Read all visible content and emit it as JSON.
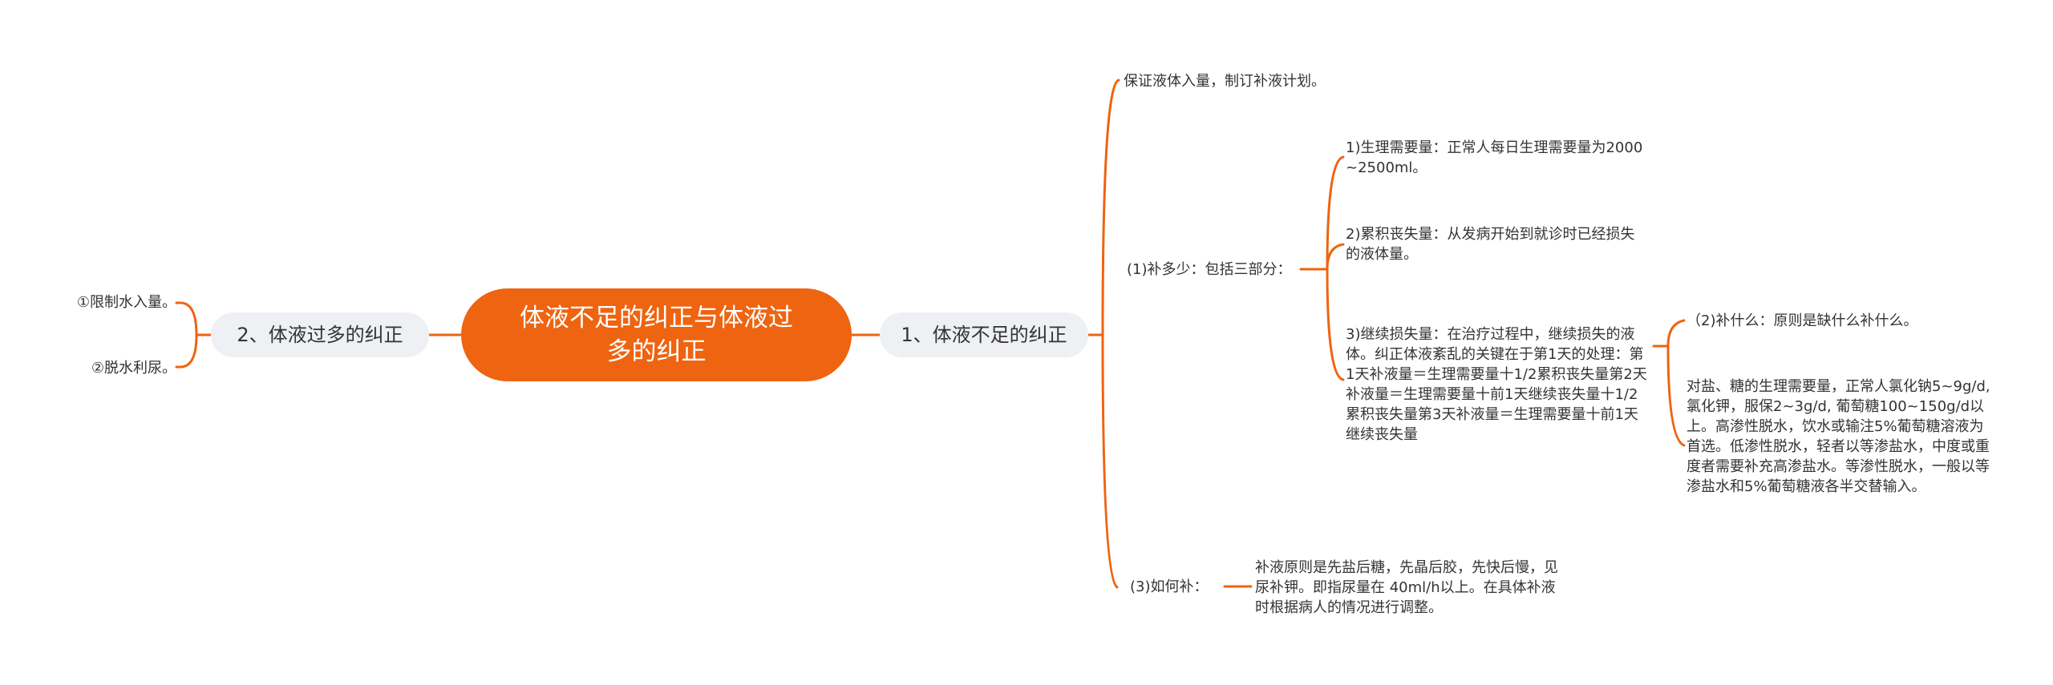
{
  "colors": {
    "accent": "#EE6410",
    "pill_bg": "#EEF0F4",
    "text": "#333333"
  },
  "root": {
    "label": "体液不足的纠正与体液过多的纠正"
  },
  "left_branch": {
    "label": "2、体液过多的纠正",
    "children": [
      "①限制水入量。",
      "②脱水利尿。"
    ]
  },
  "right_branch": {
    "label": "1、体液不足的纠正",
    "children": {
      "plan": "保证液体入量，制订补液计划。",
      "how_much": {
        "label": "(1)补多少：包括三部分：",
        "items": [
          "1)生理需要量：正常人每日生理需要量为2000~2500ml。",
          "2)累积丧失量：从发病开始到就诊时已经损失的液体量。",
          "3)继续损失量：在治疗过程中，继续损失的液体。纠正体液紊乱的关键在于第1天的处理：第1天补液量＝生理需要量十1/2累积丧失量第2天补液量＝生理需要量十前1天继续丧失量十1/2累积丧失量第3天补液量＝生理需要量十前1天继续丧失量"
        ]
      },
      "what": {
        "label": "（2)补什么：原则是缺什么补什么。",
        "detail": "对盐、糖的生理需要量，正常人氯化钠5~9g/d, 氯化钾，服保2~3g/d, 葡萄糖100~150g/d以上。高渗性脱水，饮水或输注5%葡萄糖溶液为首选。低渗性脱水，轻者以等渗盐水，中度或重度者需要补充高渗盐水。等渗性脱水，一般以等渗盐水和5%葡萄糖液各半交替输入。"
      },
      "how": {
        "label": "(3)如何补：",
        "detail": "补液原则是先盐后糖，先晶后胶，先快后慢，见尿补钾。即指尿量在 40ml/h以上。在具体补液时根据病人的情况进行调整。"
      }
    }
  }
}
